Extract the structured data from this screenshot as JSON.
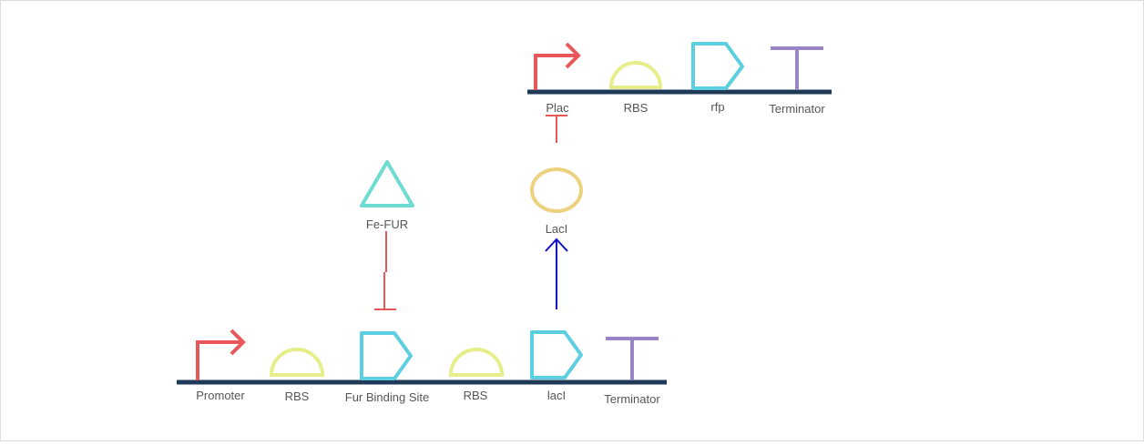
{
  "colors": {
    "backbone": "#1f3a57",
    "promoter": "#e8585a",
    "rbs": "#e6ee8c",
    "cds": "#5ccfe0",
    "terminator": "#9a84c8",
    "fe_fur": "#6edcd2",
    "laci_protein": "#ecd27e",
    "repression": "#e02020",
    "activation": "#1010cc"
  },
  "upper_device": {
    "parts": [
      {
        "type": "promoter",
        "label": "Plac",
        "icon": "promoter-arrow-icon"
      },
      {
        "type": "rbs",
        "label": "RBS",
        "icon": "rbs-semicircle-icon"
      },
      {
        "type": "cds",
        "label": "rfp",
        "icon": "cds-pentagon-icon"
      },
      {
        "type": "terminator",
        "label": "Terminator",
        "icon": "terminator-t-icon"
      }
    ]
  },
  "lower_device": {
    "parts": [
      {
        "type": "promoter",
        "label": "Promoter",
        "icon": "promoter-arrow-icon"
      },
      {
        "type": "rbs",
        "label": "RBS",
        "icon": "rbs-semicircle-icon"
      },
      {
        "type": "cds",
        "label": "Fur Binding Site",
        "icon": "cds-pentagon-icon"
      },
      {
        "type": "rbs",
        "label": "RBS",
        "icon": "rbs-semicircle-icon"
      },
      {
        "type": "cds",
        "label": "lacI",
        "icon": "cds-pentagon-icon"
      },
      {
        "type": "terminator",
        "label": "Terminator",
        "icon": "terminator-t-icon"
      }
    ]
  },
  "molecules": {
    "fe_fur": {
      "label": "Fe-FUR",
      "icon": "triangle-icon"
    },
    "laci": {
      "label": "LacI",
      "icon": "oval-icon"
    }
  },
  "interactions": [
    {
      "from": "Fe-FUR",
      "to": "Fur Binding Site",
      "kind": "repression"
    },
    {
      "from": "lacI",
      "to": "LacI",
      "kind": "activation"
    },
    {
      "from": "LacI",
      "to": "Plac",
      "kind": "repression"
    }
  ]
}
